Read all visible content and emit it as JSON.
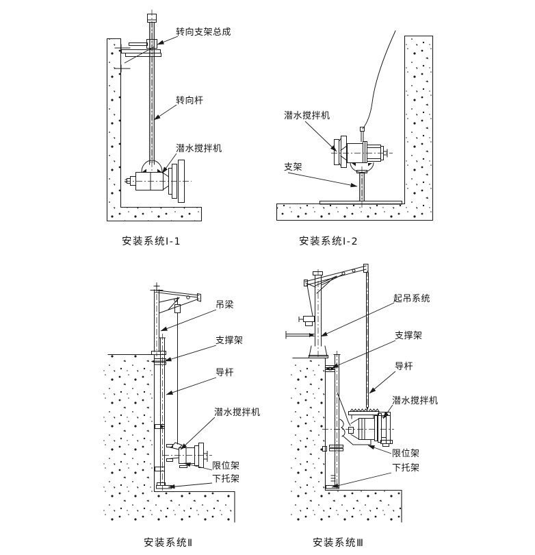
{
  "page": {
    "background": "#ffffff",
    "line_color": "#1a1a1a"
  },
  "diagrams": {
    "system_i1": {
      "caption": "安装系统Ⅰ-1",
      "labels": {
        "steering_bracket_assembly": "转向支架总成",
        "steering_rod": "转向杆",
        "submersible_mixer": "潜水搅拌机"
      }
    },
    "system_i2": {
      "caption": "安装系统Ⅰ-2",
      "labels": {
        "submersible_mixer": "潜水搅拌机",
        "bracket": "支架"
      }
    },
    "system_ii": {
      "caption": "安装系统Ⅱ",
      "labels": {
        "hanging_beam": "吊梁",
        "support_frame": "支撑架",
        "guide_rod": "导杆",
        "submersible_mixer": "潜水搅拌机",
        "limit_frame": "限位架",
        "lower_bracket": "下托架"
      }
    },
    "system_iii": {
      "caption": "安装系统Ⅲ",
      "labels": {
        "lifting_system": "起吊系统",
        "support_frame": "支撑架",
        "guide_rod": "导杆",
        "submersible_mixer": "潜水搅拌机",
        "limit_frame": "限位架",
        "lower_bracket": "下托架"
      }
    }
  }
}
